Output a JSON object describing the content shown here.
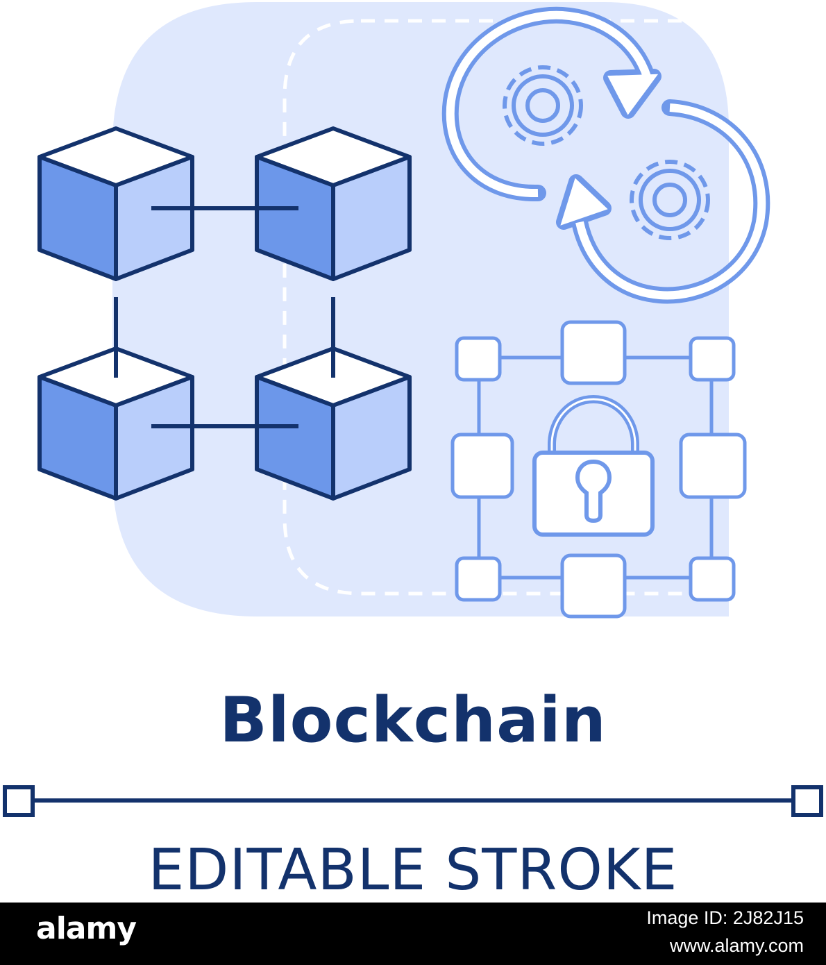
{
  "illustration": {
    "title": "Blockchain",
    "subtitle": "EDITABLE STROKE",
    "colors": {
      "background_tile": "#dfe8fd",
      "dark_stroke": "#13326c",
      "light_stroke": "#6f98ea",
      "cube_top": "#ffffff",
      "cube_left": "#6c97ea",
      "cube_right": "#b9cefb"
    }
  },
  "footer": {
    "logo": "alamy",
    "image_id": "Image ID: 2J82J15",
    "site": "www.alamy.com"
  }
}
